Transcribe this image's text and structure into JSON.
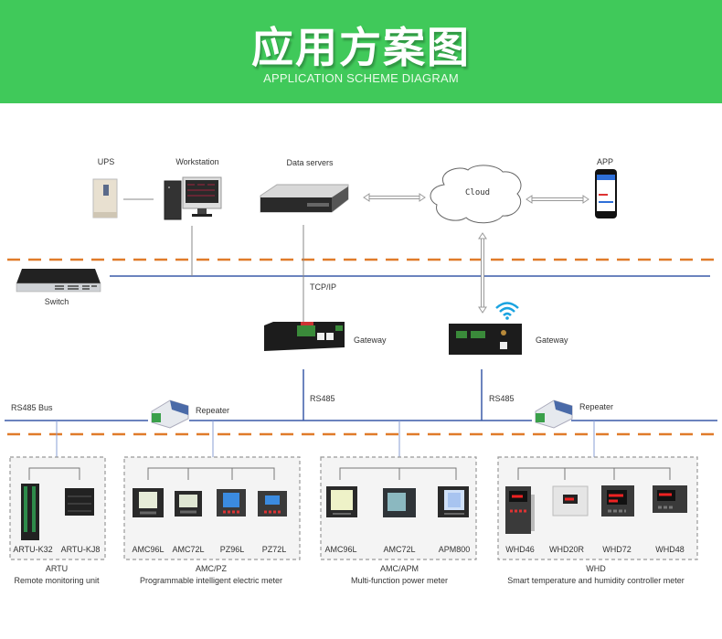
{
  "header": {
    "title": "应用方案图",
    "subtitle": "APPLICATION SCHEME DIAGRAM",
    "background": "#40c95a"
  },
  "colors": {
    "dashed_separator": "#e07b2a",
    "bus_line": "#3a5aa8",
    "connector_line": "#888888",
    "wifi": "#1aa3e0"
  },
  "top_layer": {
    "ups": "UPS",
    "workstation": "Workstation",
    "data_servers": "Data servers",
    "cloud": "Cloud",
    "app": "APP"
  },
  "network_layer": {
    "switch": "Switch",
    "tcpip": "TCP/IP",
    "gateway_left": "Gateway",
    "gateway_right": "Gateway"
  },
  "bus_layer": {
    "rs485_bus": "RS485 Bus",
    "rs485_left": "RS485",
    "rs485_right": "RS485",
    "repeater_left": "Repeater",
    "repeater_right": "Repeater"
  },
  "groups": [
    {
      "name": "ARTU",
      "description": "Remote monitoring unit",
      "devices": [
        "ARTU-K32",
        "ARTU-KJ8"
      ]
    },
    {
      "name": "AMC/PZ",
      "description": "Programmable intelligent electric meter",
      "devices": [
        "AMC96L",
        "AMC72L",
        "PZ96L",
        "PZ72L"
      ]
    },
    {
      "name": "AMC/APM",
      "description": "Multi-function power meter",
      "devices": [
        "AMC96L",
        "AMC72L",
        "APM800"
      ]
    },
    {
      "name": "WHD",
      "description": "Smart temperature and humidity controller meter",
      "devices": [
        "WHD46",
        "WHD20R",
        "WHD72",
        "WHD48"
      ]
    }
  ]
}
